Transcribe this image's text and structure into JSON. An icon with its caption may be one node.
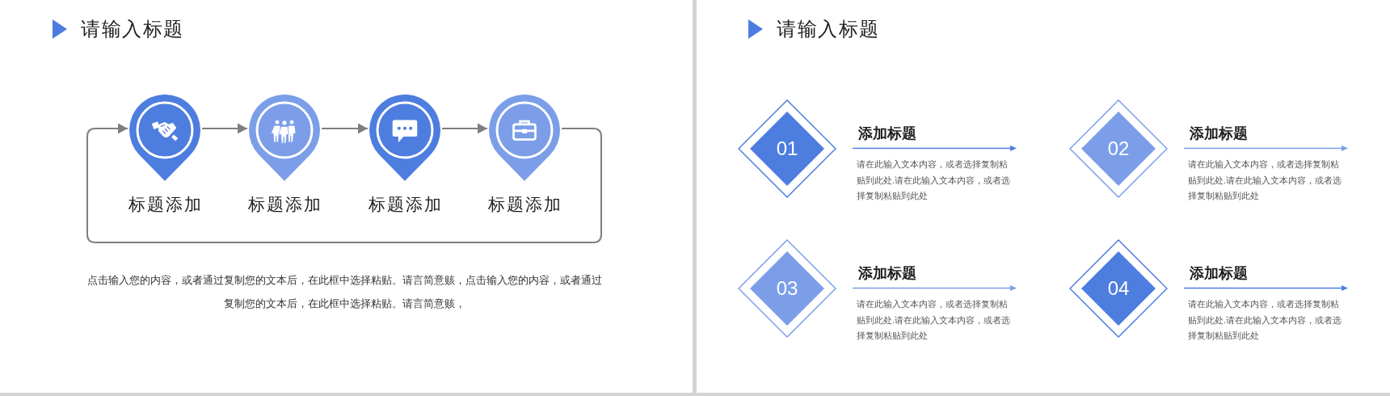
{
  "diagram": {
    "nodes": [
      {
        "text": [
          "标题添加"
        ]
      },
      {
        "text": [
          "标题添加"
        ]
      },
      {
        "text": [
          "标题添加"
        ]
      },
      {
        "text": [
          "标题添加"
        ]
      },
      {
        "text": [
          "01"
        ],
        "beside": [
          "添加标题",
          "请在此输入文本内容，或者选择复制粘贴到此处.请在此输入文本内容，或者选择复制粘贴到此处"
        ]
      },
      {
        "text": [
          "02"
        ],
        "beside": [
          "添加标题",
          "请在此输入文本内容，或者选择复制粘贴到此处.请在此输入文本内容，或者选择复制粘贴到此处"
        ]
      },
      {
        "text": [
          "03"
        ],
        "beside": [
          "添加标题",
          "请在此输入文本内容，或者选择复制粘贴到此处.请在此输入文本内容，或者选择复制粘贴到此处"
        ]
      },
      {
        "text": [
          "04"
        ],
        "beside": [
          "添加标题",
          "请在此输入文本内容，或者选择复制粘贴到此处.请在此输入文本内容，或者选择复制粘贴到此处"
        ]
      }
    ],
    "edges": [
      {
        "from": 0,
        "to": 1,
        "arrow": "to"
      },
      {
        "from": 1,
        "to": 2,
        "arrow": "to"
      },
      {
        "from": 2,
        "to": 3,
        "arrow": "to"
      },
      {
        "from": 3,
        "to": 0,
        "arrow": "to"
      }
    ],
    "labels": [
      "请输入标题",
      "点击输入您的内容，或者通过复制您的文本后，在此框中选择粘贴。请言简意赅，点击输入您的内容，或者通过复制您的文本后，在此框中选择粘贴。请言简意赅，",
      "请输入标题"
    ]
  }
}
